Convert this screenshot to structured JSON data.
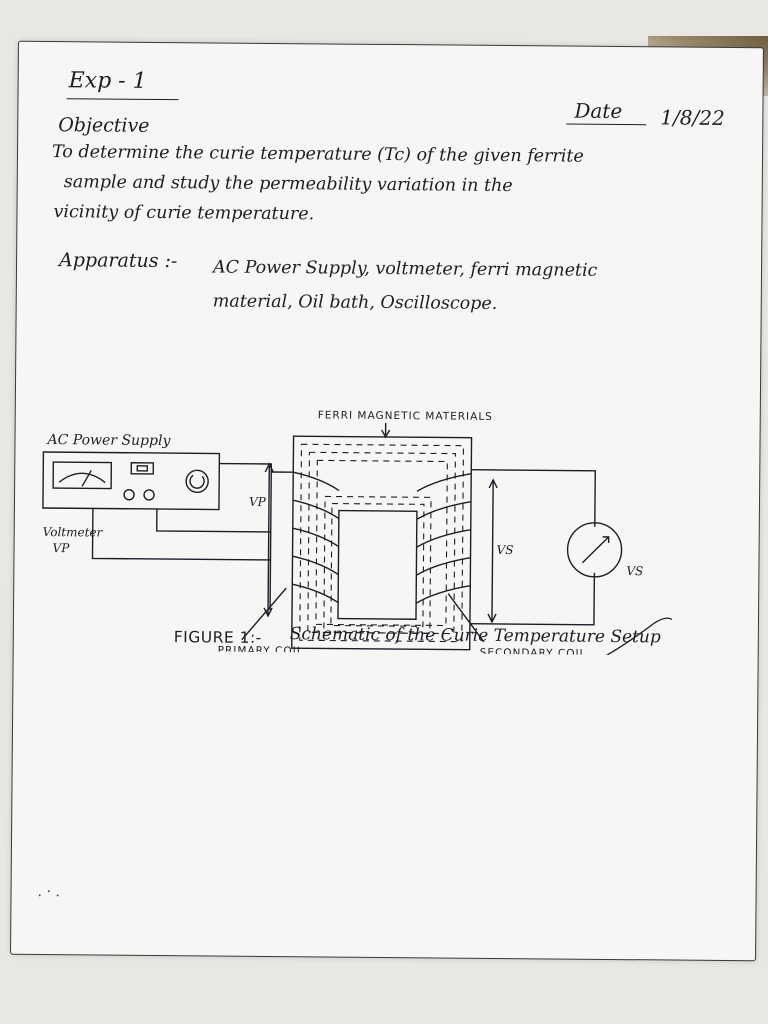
{
  "header": {
    "experiment": "Exp - 1",
    "date_label": "Date",
    "date_value": "1/8/22"
  },
  "objective": {
    "heading": "Objective",
    "lines": [
      "To determine the curie temperature (Tc) of the given ferrite",
      "sample and study the permeability variation in the",
      "vicinity of curie temperature."
    ]
  },
  "apparatus": {
    "heading": "Apparatus :-",
    "lines": [
      "AC Power Supply, voltmeter, ferri magnetic",
      "material, Oil bath, Oscilloscope."
    ]
  },
  "diagram": {
    "ferri_label": "FERRI MAGNETIC MATERIALS",
    "power_label": "AC Power Supply",
    "voltmeter_label_1": "Voltmeter",
    "voltmeter_label_2": "VP",
    "vp_label": "VP",
    "vs_label": "VS",
    "vs_meter_label": "VS",
    "primary_label": "PRIMARY COIL",
    "secondary_label": "SECONDARY COIL"
  },
  "caption": {
    "prefix": "FIGURE 1:-",
    "text": "Schematic of the Curie Temperature Setup"
  },
  "dots": ". · ."
}
